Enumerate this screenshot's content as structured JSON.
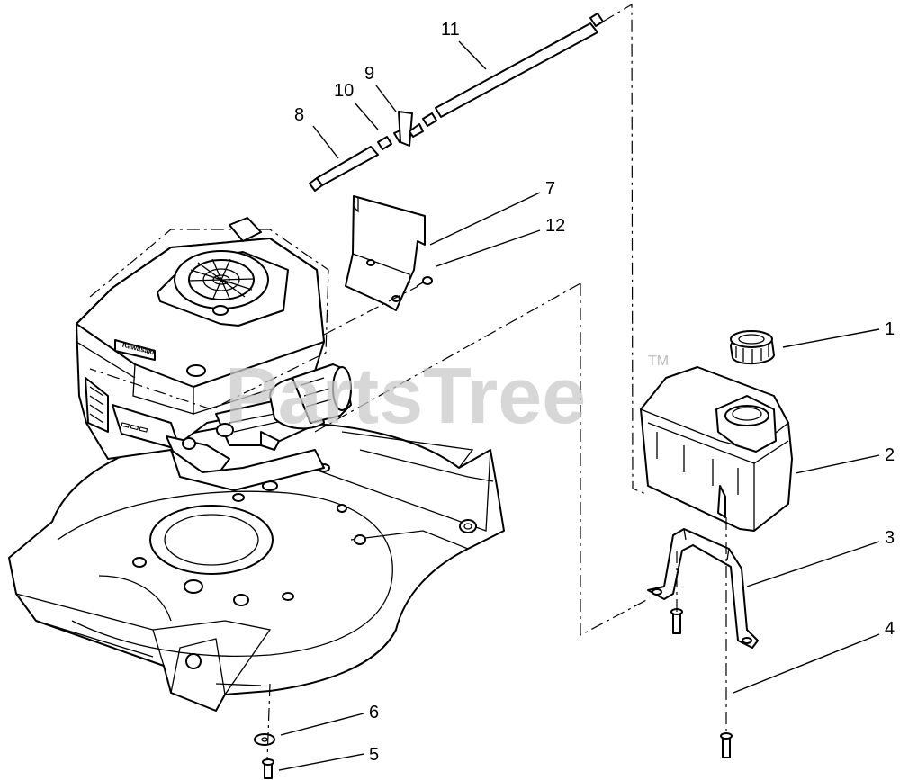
{
  "watermark": {
    "text": "PartsTree",
    "trademark": "TM"
  },
  "engine": {
    "brand_text": "Kawasaki"
  },
  "callouts": [
    {
      "id": "1",
      "label": "1"
    },
    {
      "id": "2",
      "label": "2"
    },
    {
      "id": "3",
      "label": "3"
    },
    {
      "id": "4",
      "label": "4"
    },
    {
      "id": "5",
      "label": "5"
    },
    {
      "id": "6",
      "label": "6"
    },
    {
      "id": "7",
      "label": "7"
    },
    {
      "id": "8",
      "label": "8"
    },
    {
      "id": "9",
      "label": "9"
    },
    {
      "id": "10",
      "label": "10"
    },
    {
      "id": "11",
      "label": "11"
    },
    {
      "id": "12",
      "label": "12"
    }
  ]
}
